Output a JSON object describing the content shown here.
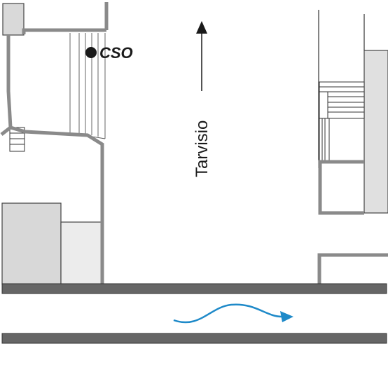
{
  "labels": {
    "cso": "CSO",
    "direction": "Tarvisio"
  },
  "colors": {
    "pipe": "#8a8a8a",
    "channel": "#666666",
    "building_dark": "#d8d8d8",
    "building_light": "#ececec",
    "flow_arrow": "#1f8ac9",
    "ink": "#1a1a1a"
  },
  "icons": {
    "cso_marker": "filled-circle",
    "direction_arrow": "arrow-up",
    "flow_arrow": "wavy-arrow-right"
  }
}
